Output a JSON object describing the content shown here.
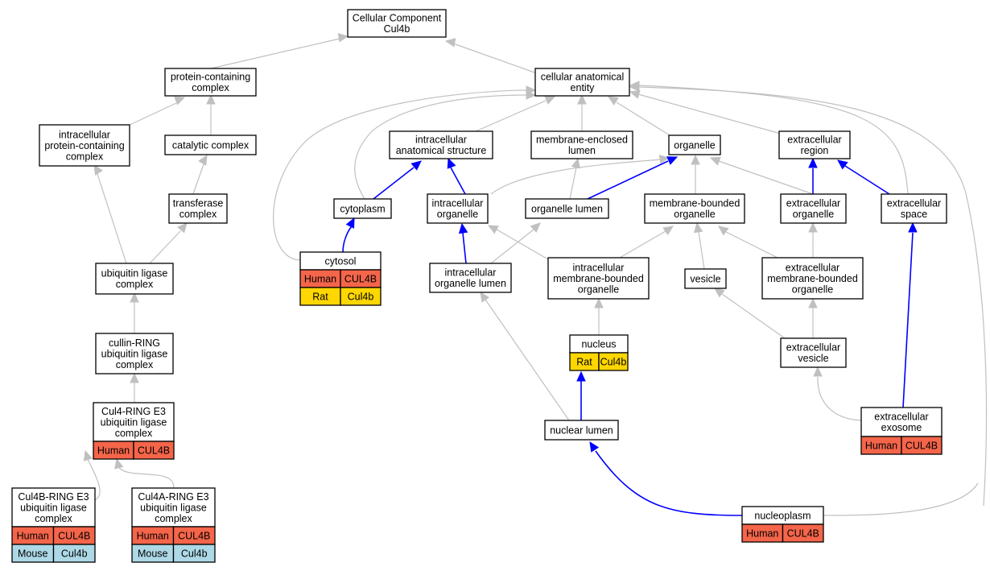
{
  "colors": {
    "human": "#f4654a",
    "mouse": "#add8e6",
    "rat": "#ffd700",
    "is_a_edge": "#c0c0c0",
    "part_of_edge": "#0000ff"
  },
  "nodes": {
    "root": {
      "lines": [
        "Cellular Component",
        "Cul4b"
      ]
    },
    "protein_complex": {
      "lines": [
        "protein-containing",
        "complex"
      ]
    },
    "cellular_anatomical_entity": {
      "lines": [
        "cellular anatomical",
        "entity"
      ]
    },
    "intracellular_protein_complex": {
      "lines": [
        "intracellular",
        "protein-containing",
        "complex"
      ]
    },
    "catalytic_complex": {
      "lines": [
        "catalytic complex"
      ]
    },
    "transferase_complex": {
      "lines": [
        "transferase",
        "complex"
      ]
    },
    "ubiquitin_ligase_complex": {
      "lines": [
        "ubiquitin ligase",
        "complex"
      ]
    },
    "cullin_ring": {
      "lines": [
        "cullin-RING",
        "ubiquitin ligase",
        "complex"
      ]
    },
    "cul4_ring": {
      "lines": [
        "Cul4-RING E3",
        "ubiquitin ligase",
        "complex"
      ],
      "rows": [
        [
          "Human",
          "CUL4B"
        ]
      ]
    },
    "cul4b_ring": {
      "lines": [
        "Cul4B-RING E3",
        "ubiquitin ligase",
        "complex"
      ],
      "rows": [
        [
          "Human",
          "CUL4B"
        ],
        [
          "Mouse",
          "Cul4b"
        ]
      ]
    },
    "cul4a_ring": {
      "lines": [
        "Cul4A-RING E3",
        "ubiquitin ligase",
        "complex"
      ],
      "rows": [
        [
          "Human",
          "CUL4B"
        ],
        [
          "Mouse",
          "Cul4b"
        ]
      ]
    },
    "intracellular_anatomical_structure": {
      "lines": [
        "intracellular",
        "anatomical structure"
      ]
    },
    "membrane_enclosed_lumen": {
      "lines": [
        "membrane-enclosed",
        "lumen"
      ]
    },
    "organelle": {
      "lines": [
        "organelle"
      ]
    },
    "extracellular_region": {
      "lines": [
        "extracellular",
        "region"
      ]
    },
    "cytoplasm": {
      "lines": [
        "cytoplasm"
      ]
    },
    "intracellular_organelle": {
      "lines": [
        "intracellular",
        "organelle"
      ]
    },
    "organelle_lumen": {
      "lines": [
        "organelle lumen"
      ]
    },
    "membrane_bounded_organelle": {
      "lines": [
        "membrane-bounded",
        "organelle"
      ]
    },
    "extracellular_organelle": {
      "lines": [
        "extracellular",
        "organelle"
      ]
    },
    "extracellular_space": {
      "lines": [
        "extracellular",
        "space"
      ]
    },
    "cytosol": {
      "lines": [
        "cytosol"
      ],
      "rows": [
        [
          "Human",
          "CUL4B"
        ],
        [
          "Rat",
          "Cul4b"
        ]
      ]
    },
    "intracellular_organelle_lumen": {
      "lines": [
        "intracellular",
        "organelle lumen"
      ]
    },
    "intracellular_membrane_bounded_organelle": {
      "lines": [
        "intracellular",
        "membrane-bounded",
        "organelle"
      ]
    },
    "vesicle": {
      "lines": [
        "vesicle"
      ]
    },
    "extracellular_membrane_bounded_organelle": {
      "lines": [
        "extracellular",
        "membrane-bounded",
        "organelle"
      ]
    },
    "nucleus": {
      "lines": [
        "nucleus"
      ],
      "rows": [
        [
          "Rat",
          "Cul4b"
        ]
      ]
    },
    "extracellular_vesicle": {
      "lines": [
        "extracellular",
        "vesicle"
      ]
    },
    "nuclear_lumen": {
      "lines": [
        "nuclear lumen"
      ]
    },
    "extracellular_exosome": {
      "lines": [
        "extracellular",
        "exosome"
      ],
      "rows": [
        [
          "Human",
          "CUL4B"
        ]
      ]
    },
    "nucleoplasm": {
      "lines": [
        "nucleoplasm"
      ],
      "rows": [
        [
          "Human",
          "CUL4B"
        ]
      ]
    }
  }
}
